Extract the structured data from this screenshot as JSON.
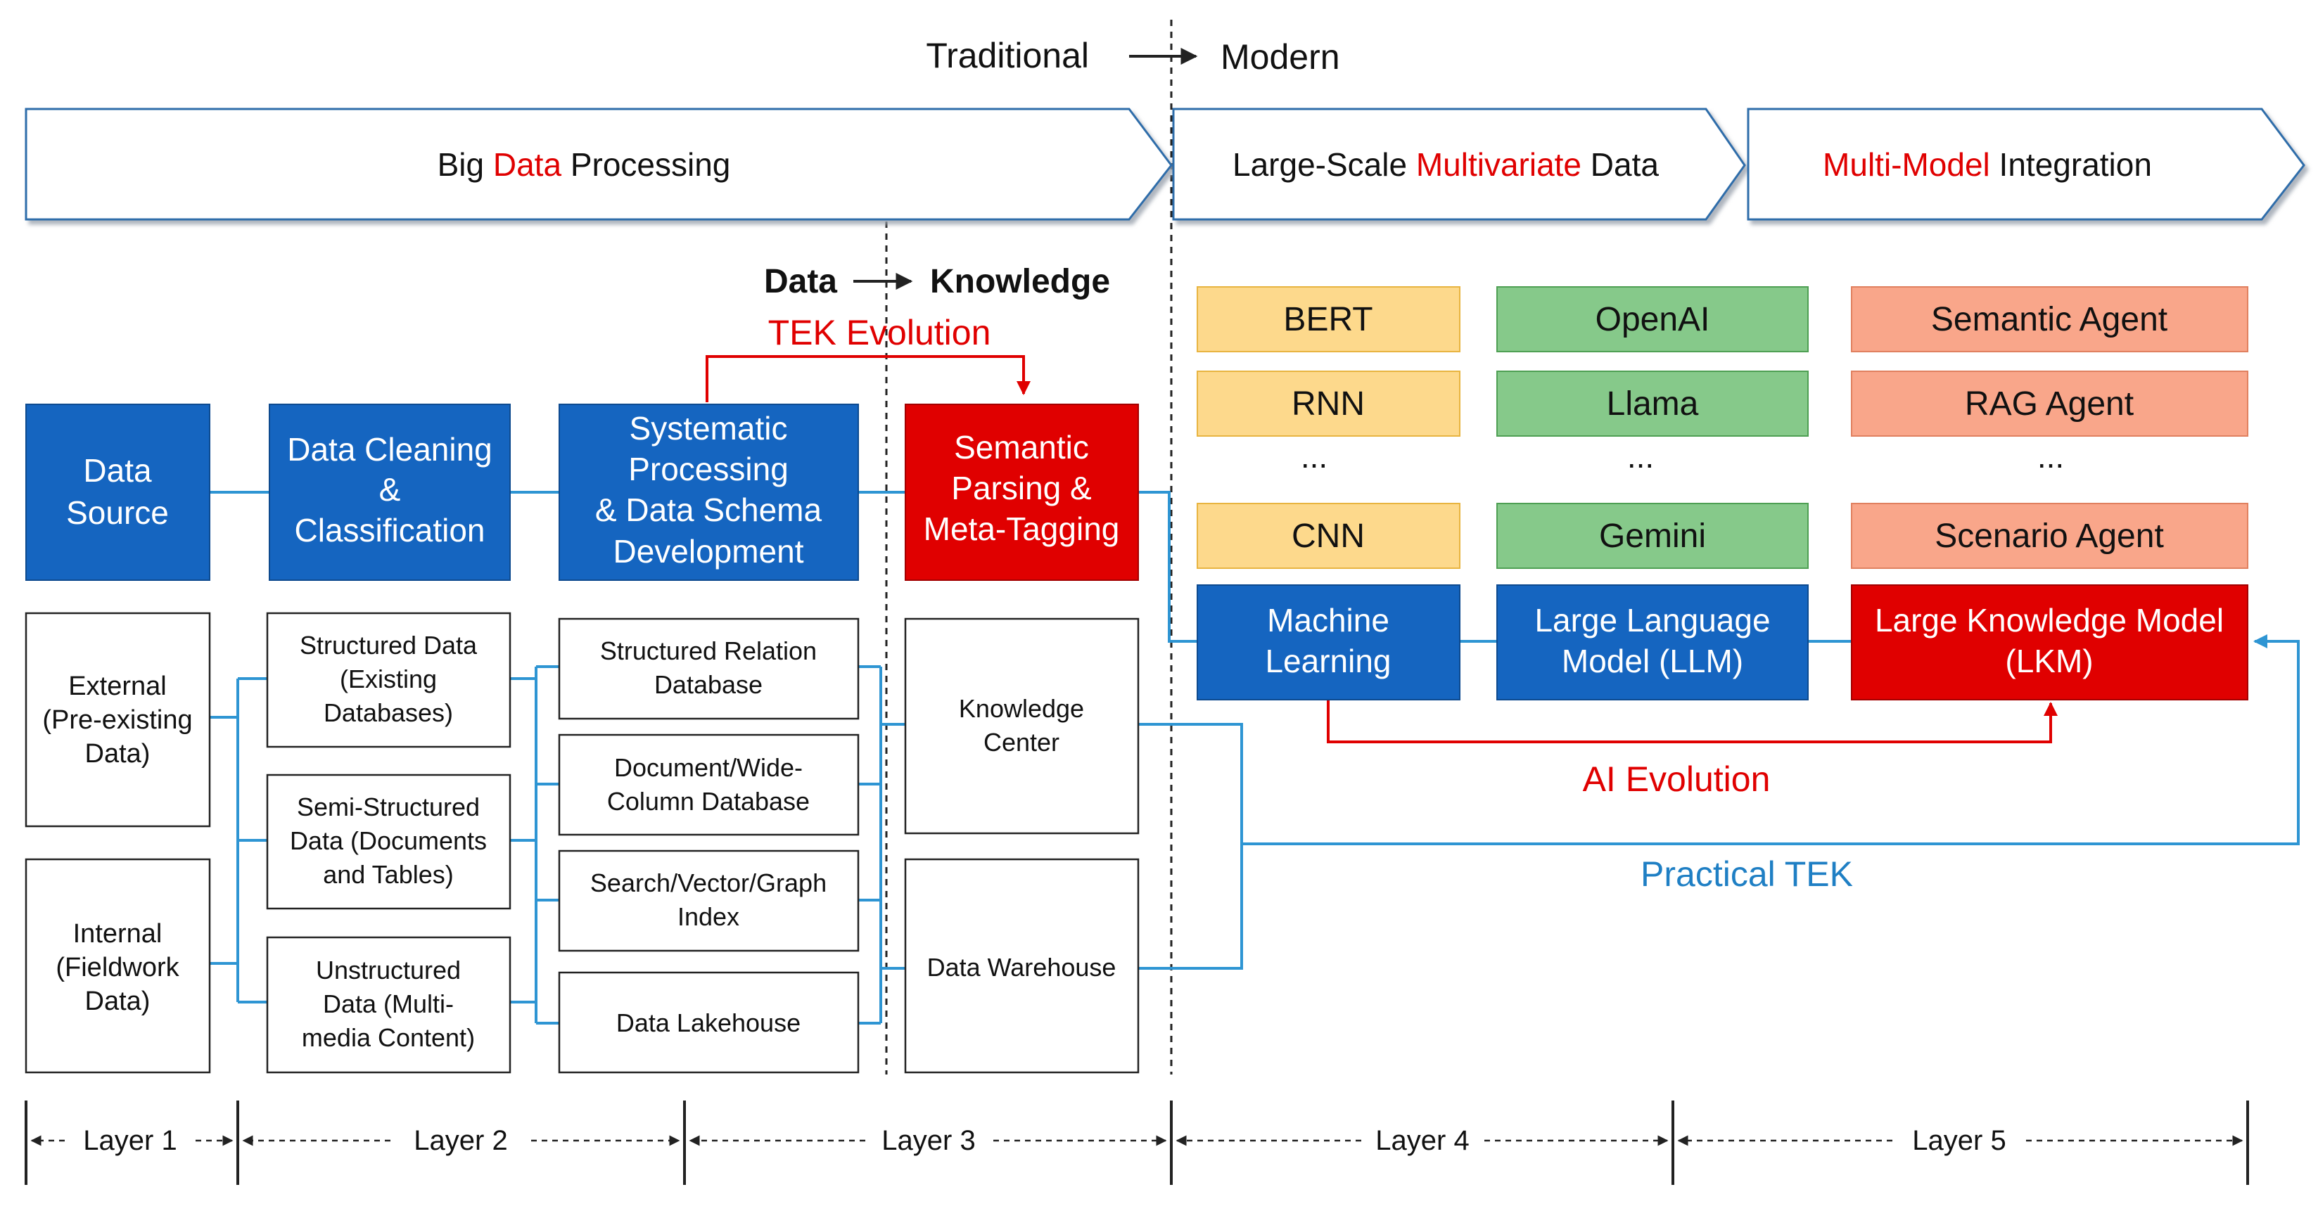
{
  "header": {
    "traditional": "Traditional",
    "modern": "Modern",
    "data": "Data",
    "knowledge": "Knowledge",
    "tek_evolution": "TEK Evolution",
    "ai_evolution": "AI Evolution",
    "practical_tek": "Practical TEK"
  },
  "banners": [
    {
      "pre": "Big ",
      "hl": "Data",
      "post": " Processing"
    },
    {
      "pre": "Large-Scale ",
      "hl": "Multivariate",
      "post": " Data"
    },
    {
      "pre": "",
      "hl": "Multi-Model",
      "post": " Integration"
    }
  ],
  "blue_boxes": {
    "data_source": [
      "Data",
      "Source"
    ],
    "cleaning": [
      "Data Cleaning",
      "&",
      "Classification"
    ],
    "systematic": [
      "Systematic",
      "Processing",
      "& Data Schema",
      "Development"
    ],
    "semantic": [
      "Semantic",
      "Parsing &",
      "Meta-Tagging"
    ],
    "ml": [
      "Machine",
      "Learning"
    ],
    "llm": [
      "Large Language",
      "Model (LLM)"
    ],
    "lkm": [
      "Large Knowledge Model",
      "(LKM)"
    ]
  },
  "white_boxes": {
    "external": [
      "External",
      "(Pre-existing",
      "Data)"
    ],
    "internal": [
      "Internal",
      "(Fieldwork",
      "Data)"
    ],
    "structured": [
      "Structured Data",
      "(Existing",
      "Databases)"
    ],
    "semi": [
      "Semi-Structured",
      "Data (Documents",
      "and Tables)"
    ],
    "unstructured": [
      "Unstructured",
      "Data (Multi-",
      "media Content)"
    ],
    "relation_db": [
      "Structured Relation",
      "Database"
    ],
    "doc_db": [
      "Document/Wide-",
      "Column Database"
    ],
    "search_index": [
      "Search/Vector/Graph",
      "Index"
    ],
    "lakehouse": [
      "Data Lakehouse"
    ],
    "knowledge_center": [
      "Knowledge",
      "Center"
    ],
    "warehouse": [
      "Data Warehouse"
    ]
  },
  "models": {
    "ml": [
      "BERT",
      "RNN",
      "...",
      "CNN"
    ],
    "llm": [
      "OpenAI",
      "Llama",
      "...",
      "Gemini"
    ],
    "agents": [
      "Semantic Agent",
      "RAG Agent",
      "...",
      "Scenario Agent"
    ]
  },
  "layers": [
    "Layer 1",
    "Layer 2",
    "Layer 3",
    "Layer 4",
    "Layer 5"
  ],
  "colors": {
    "blue": "#1565C0",
    "red": "#E00000",
    "accent_red": "#E00000",
    "practical_blue": "#1F7FC4",
    "yellow": "#FDD98C",
    "green": "#86C98A",
    "salmon": "#F9A68A"
  }
}
